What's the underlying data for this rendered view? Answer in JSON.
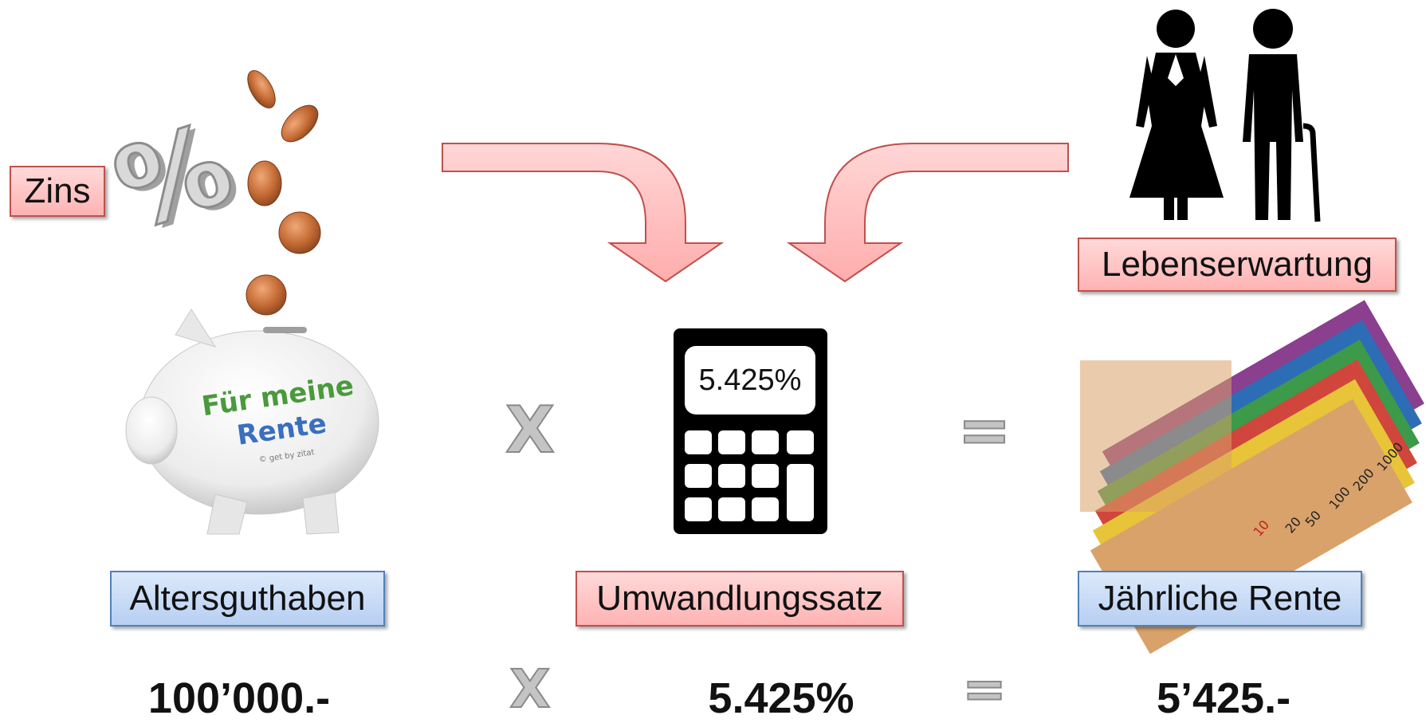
{
  "labels": {
    "zins": "Zins",
    "lebenserwartung": "Lebenserwartung",
    "altersguthaben": "Altersguthaben",
    "umwandlungssatz": "Umwandlungssatz",
    "jaehrliche_rente": "Jährliche Rente"
  },
  "calculator": {
    "display": "5.425%"
  },
  "piggy_bank": {
    "line1": "Für meine",
    "line2": "Rente",
    "small": "© get by zitat"
  },
  "percent_sign": "%",
  "banknotes": [
    "10",
    "20",
    "50",
    "100",
    "200",
    "1000"
  ],
  "operators": {
    "multiply": "X",
    "equals": "="
  },
  "formula": {
    "capital": "100’000.-",
    "rate": "5.425%",
    "pension": "5’425.-"
  },
  "colors": {
    "label_red_border": "#c0504d",
    "label_blue_border": "#4f81bd",
    "arrow_fill": "#ffc8c8",
    "arrow_border": "#c0504d"
  }
}
